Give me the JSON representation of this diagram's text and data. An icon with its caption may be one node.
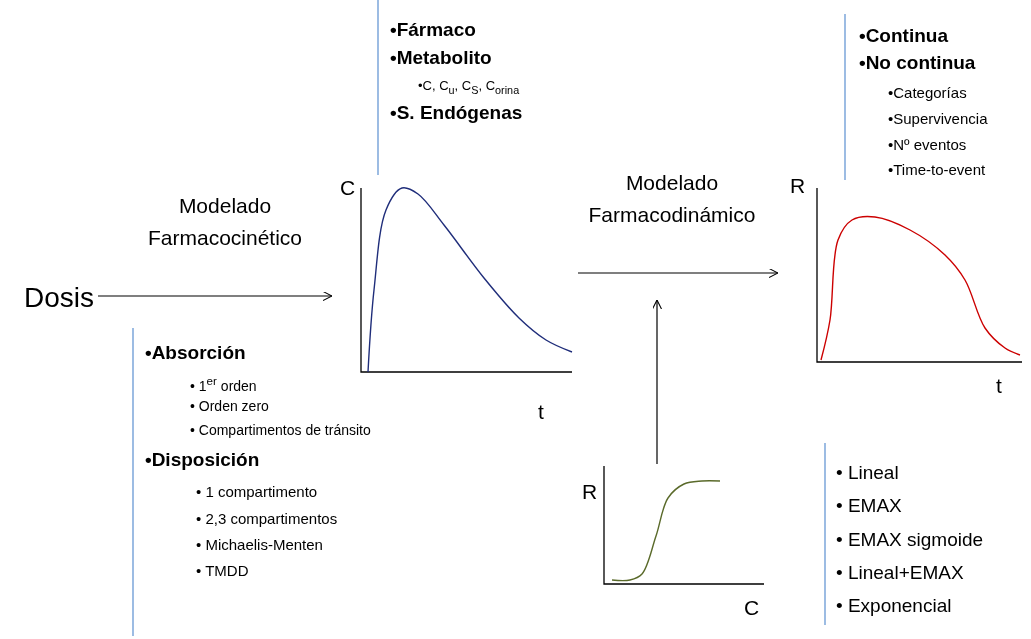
{
  "diagram": {
    "nodes": [
      {
        "text": [
          "Dosis"
        ]
      },
      {
        "text": [
          "C",
          "t"
        ]
      },
      {
        "text": [
          "R",
          "t"
        ]
      },
      {
        "text": [
          "R",
          "C"
        ]
      }
    ],
    "edges": [
      {
        "from": 0,
        "to": 1,
        "arrow": "to",
        "label": "Modelado Farmacocinético"
      },
      {
        "from": 1,
        "to": 2,
        "arrow": "to",
        "label": "Modelado Farmacodinámico"
      },
      {
        "from": 3,
        "to": null,
        "arrow": "to"
      }
    ],
    "labels": [
      "•Fármaco",
      "•Metabolito",
      "•C, C$_{u}$, C$_{S}$, C$_{orina}$",
      "•S. Endógenas",
      "•Continua",
      "•No continua",
      "•Categorías",
      "•Supervivencia",
      "•Nº eventos",
      "•Time-to-event",
      "•Absorción",
      "• 1$^{er}$ orden",
      "• Orden zero",
      "• Compartimentos de tránsito",
      "•Disposición",
      "• 1 compartimento",
      "• 2,3 compartimentos",
      "• Michaelis-Menten",
      "• TMDD",
      "• Lineal",
      "• EMAX",
      "• EMAX sigmoide",
      "• Lineal+EMAX",
      "• Exponencial"
    ]
  }
}
